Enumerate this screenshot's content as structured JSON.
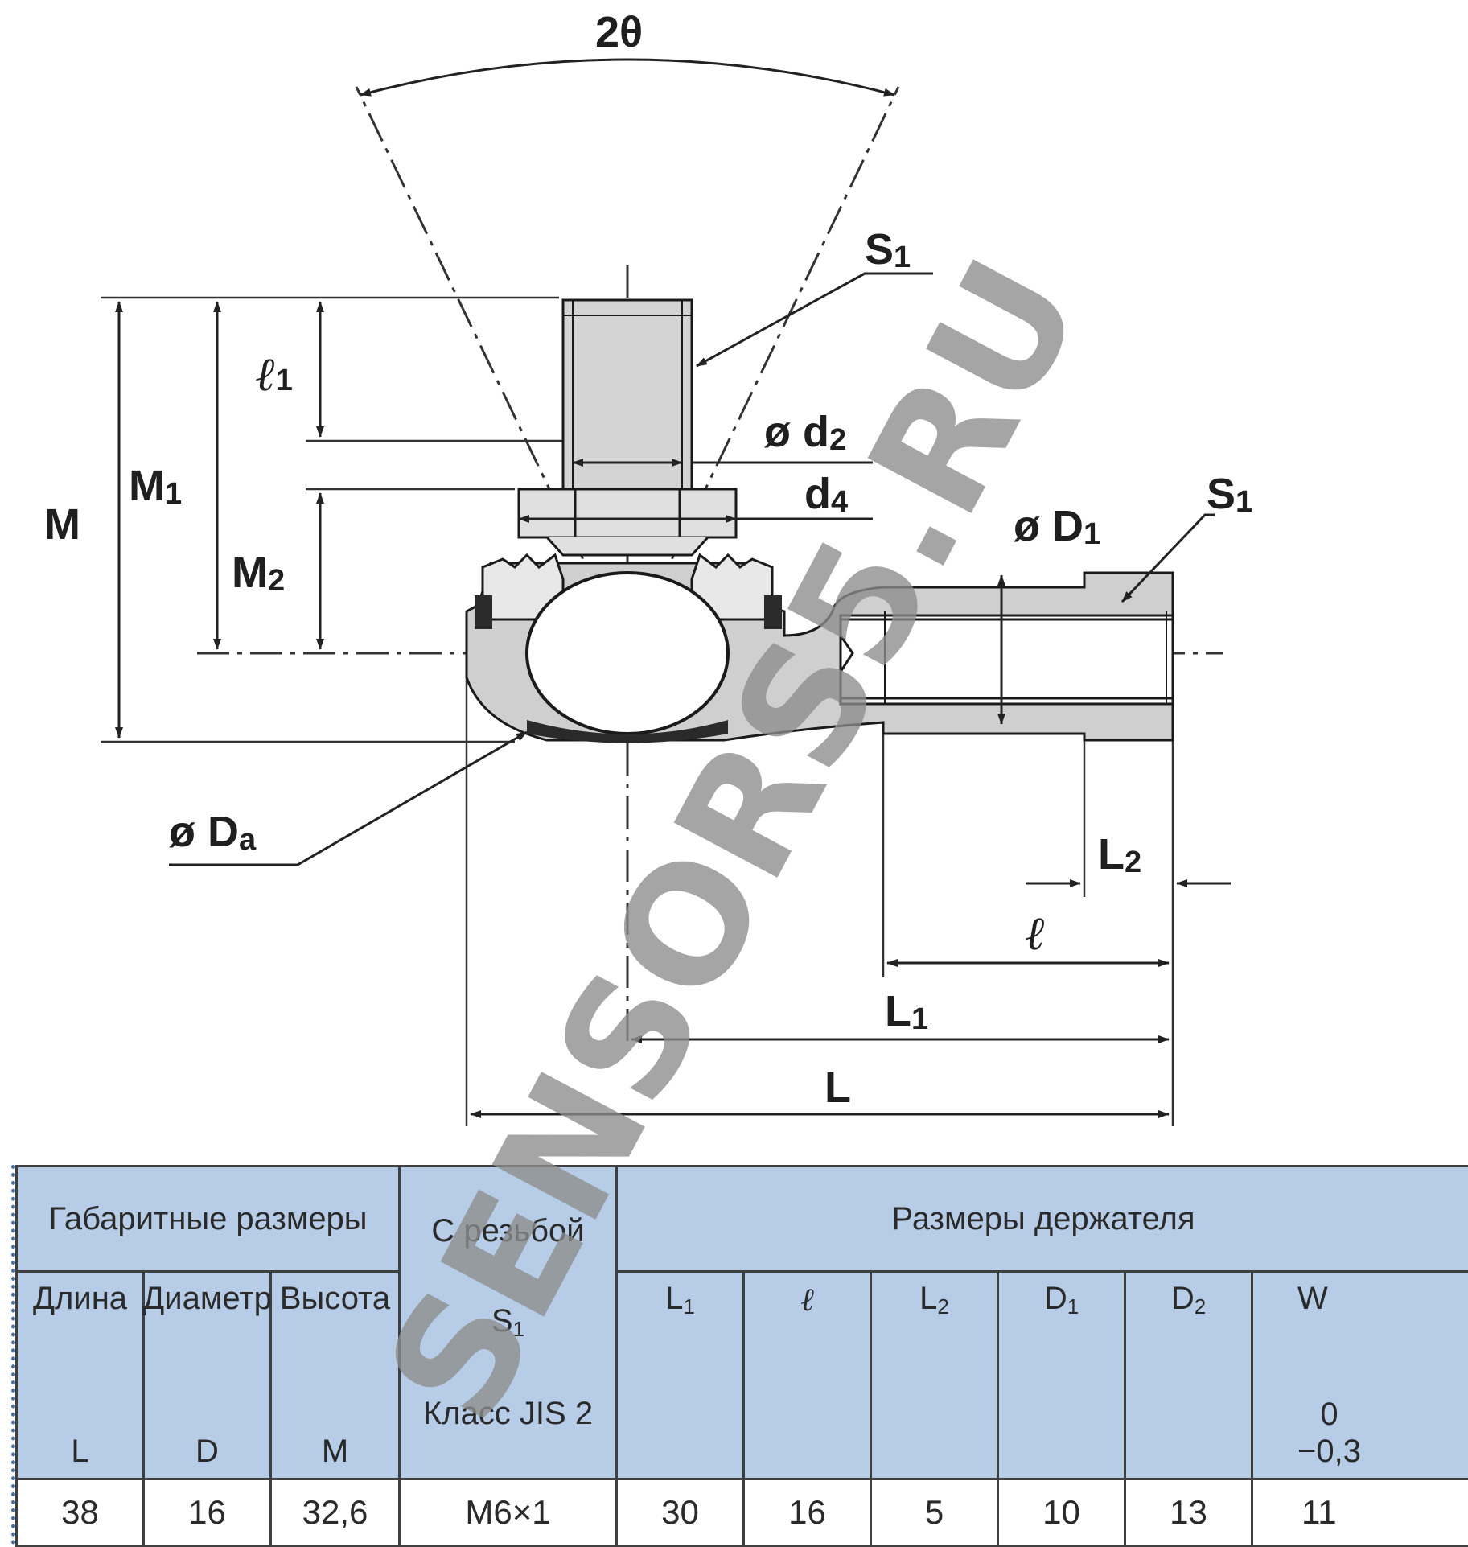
{
  "drawing": {
    "labels": {
      "angle": "2θ",
      "s1_top": "S",
      "s1_top_sub": "1",
      "l1_small": "ℓ",
      "l1_small_sub": "1",
      "d2": "ø d",
      "d2_sub": "2",
      "d4": "d",
      "d4_sub": "4",
      "m": "M",
      "m1": "M",
      "m1_sub": "1",
      "m2": "M",
      "m2_sub": "2",
      "d1": "ø D",
      "d1_sub": "1",
      "s1_right": "S",
      "s1_right_sub": "1",
      "da": "ø D",
      "da_sub": "a",
      "l2": "L",
      "l2_sub": "2",
      "ell": "ℓ",
      "big_l1": "L",
      "big_l1_sub": "1",
      "big_l": "L"
    },
    "watermark": "SENSORS5.RU"
  },
  "table": {
    "group_headers": {
      "overall": "Габаритные размеры",
      "thread": "С резьбой",
      "holder": "Размеры держателя"
    },
    "columns": {
      "length": {
        "name": "Длина",
        "symbol": "L"
      },
      "diameter": {
        "name": "Диаметр",
        "symbol": "D"
      },
      "height": {
        "name": "Высота",
        "symbol": "M"
      },
      "thread": {
        "symbol": "S",
        "symbol_sub": "1",
        "note": "Класс JIS 2"
      },
      "l1": {
        "symbol": "L",
        "symbol_sub": "1"
      },
      "ell": {
        "symbol": "ℓ"
      },
      "l2": {
        "symbol": "L",
        "symbol_sub": "2"
      },
      "d1": {
        "symbol": "D",
        "symbol_sub": "1"
      },
      "d2": {
        "symbol": "D",
        "symbol_sub": "2"
      },
      "w": {
        "symbol": "W",
        "tol_upper": "0",
        "tol_lower": "−0,3"
      }
    },
    "row": {
      "length": "38",
      "diameter": "16",
      "height": "32,6",
      "thread": "M6×1",
      "l1": "30",
      "ell": "16",
      "l2": "5",
      "d1": "10",
      "d2": "13",
      "w": "11"
    }
  }
}
